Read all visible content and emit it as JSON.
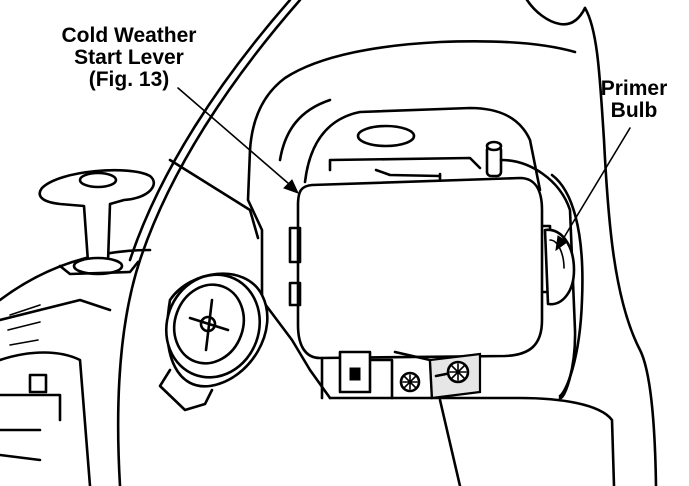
{
  "callouts": {
    "cold_weather_start_lever": [
      "Cold Weather",
      "Start Lever",
      "(Fig. 13)"
    ],
    "primer_bulb": [
      "Primer",
      "Bulb"
    ]
  },
  "colors": {
    "ink": "#000000",
    "paper": "#ffffff",
    "shade": "#e6e6e6"
  }
}
